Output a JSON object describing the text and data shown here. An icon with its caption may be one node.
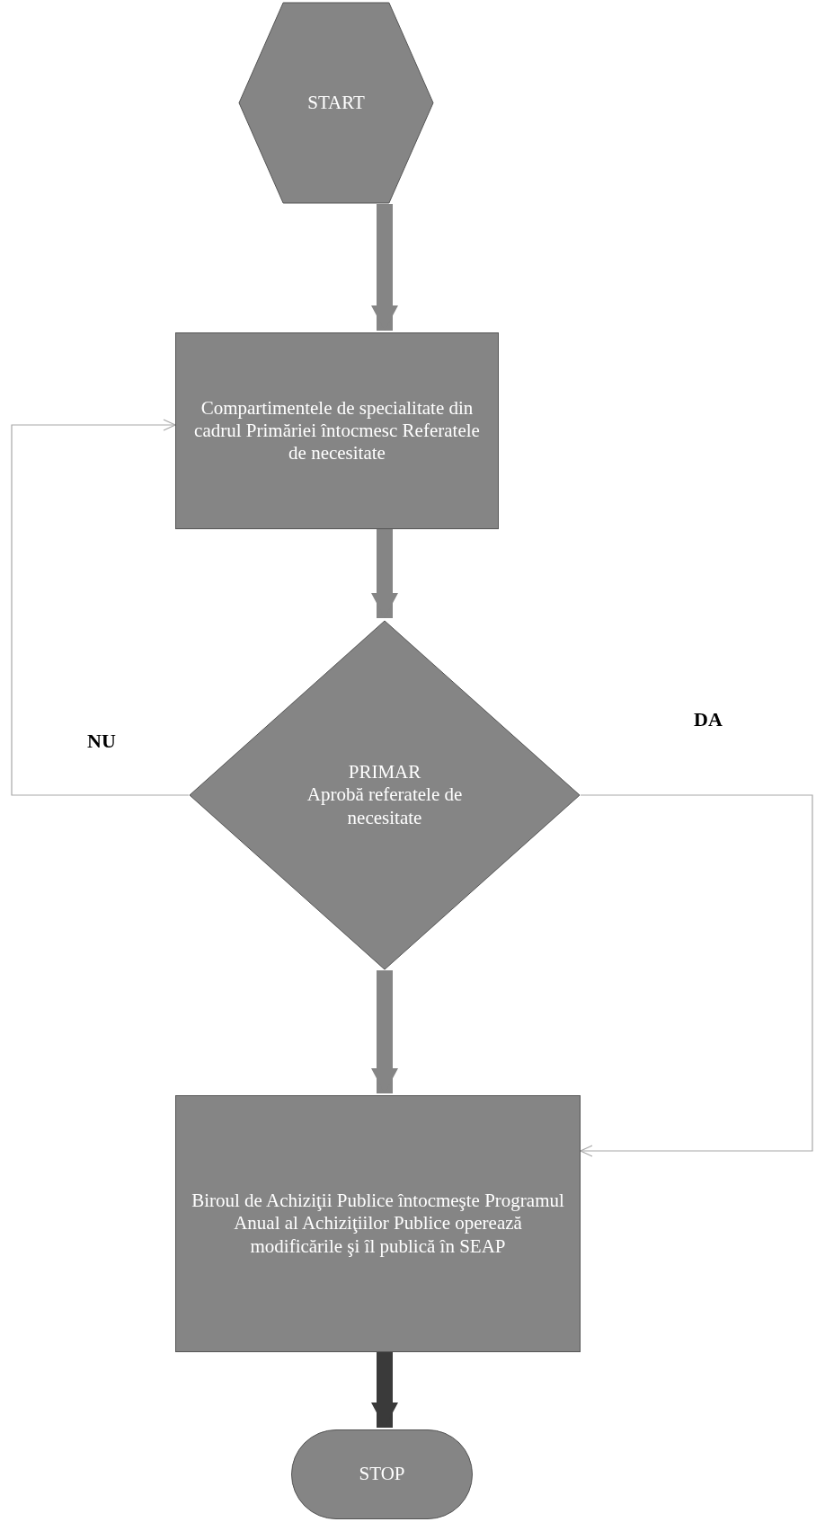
{
  "diagram": {
    "nodes": [
      {
        "text": [
          "START"
        ]
      },
      {
        "text": [
          "Compartimentele de specialitate din cadrul Primăriei întocmesc Referatele de necesitate"
        ]
      },
      {
        "text": [
          "PRIMAR",
          "Aprobă referatele de necesitate"
        ]
      },
      {
        "text": [
          "Biroul de Achiziţii Publice întocmeşte Programul Anual al Achiziţiilor Publice operează modificările şi îl publică în SEAP"
        ]
      },
      {
        "text": [
          "STOP"
        ]
      }
    ],
    "edges": [
      {
        "from": 0,
        "to": 1,
        "arrow": "to"
      },
      {
        "from": 1,
        "to": 2,
        "arrow": "to"
      },
      {
        "from": 2,
        "to": 3,
        "arrow": "to"
      },
      {
        "from": 3,
        "to": 4,
        "arrow": "to",
        "color": "#3a3a3a"
      },
      {
        "from": 2,
        "to": 1,
        "arrow": "to",
        "label": "NU",
        "color": "#a8a8a8"
      },
      {
        "from": 2,
        "to": 3,
        "arrow": "to",
        "label": "DA",
        "color": "#a8a8a8"
      }
    ]
  }
}
